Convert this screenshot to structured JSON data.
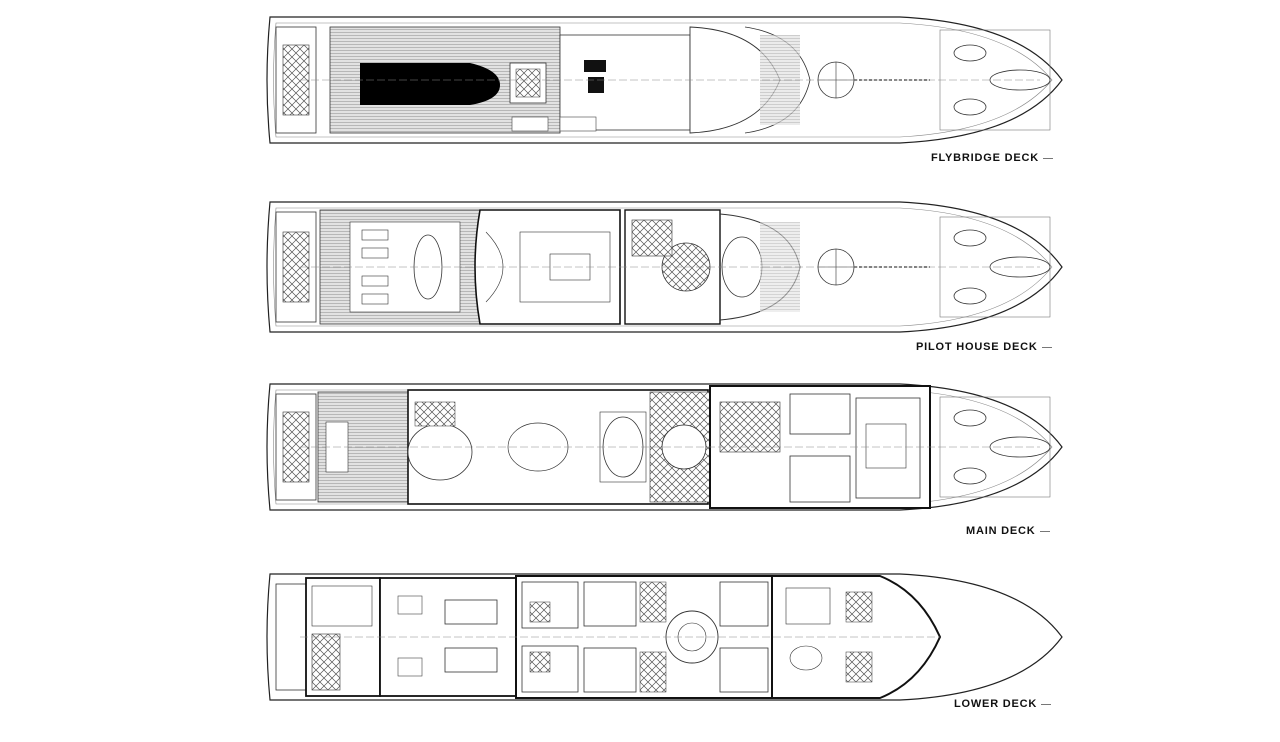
{
  "decks": [
    {
      "id": "flybridge",
      "label": "FLYBRIDGE DECK"
    },
    {
      "id": "pilot-house",
      "label": "PILOT HOUSE DECK"
    },
    {
      "id": "main",
      "label": "MAIN DECK"
    },
    {
      "id": "lower",
      "label": "LOWER DECK"
    }
  ],
  "colors": {
    "line": "#222222",
    "light_line": "#8a8a8a",
    "deck_wood": "#d6d6d6",
    "solid": "#000000",
    "background": "#ffffff"
  }
}
